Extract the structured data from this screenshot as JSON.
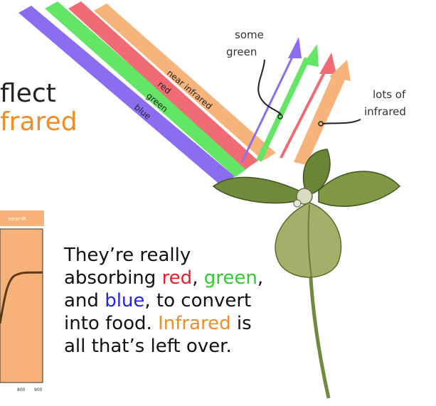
{
  "heading": {
    "line1": "flect",
    "line2": "frared"
  },
  "beams": [
    {
      "label": "blue",
      "color": "#8b6df2"
    },
    {
      "label": "green",
      "color": "#63e665"
    },
    {
      "label": "red",
      "color": "#f06b73"
    },
    {
      "label": "near infrared",
      "color": "#f6b37a"
    }
  ],
  "callouts": {
    "some_green": [
      "some",
      "green"
    ],
    "lots_of_infrared": [
      "lots of",
      "infrared"
    ]
  },
  "graph": {
    "band_label": "near-IR",
    "ticks": [
      "800",
      "900"
    ],
    "band_color": "#f7b27a"
  },
  "body": {
    "p1": "They’re really absorbing ",
    "red": "red",
    "p2": ",",
    "green": "green",
    "p3": ", and ",
    "blue": "blue",
    "p4": ", to convert into food. ",
    "infrared": "Infrared",
    "p5": " is all that’s left over."
  },
  "colors": {
    "red": "#ee1c24",
    "green": "#2ecc2e",
    "blue": "#2222ee",
    "orange": "#f28c28"
  }
}
